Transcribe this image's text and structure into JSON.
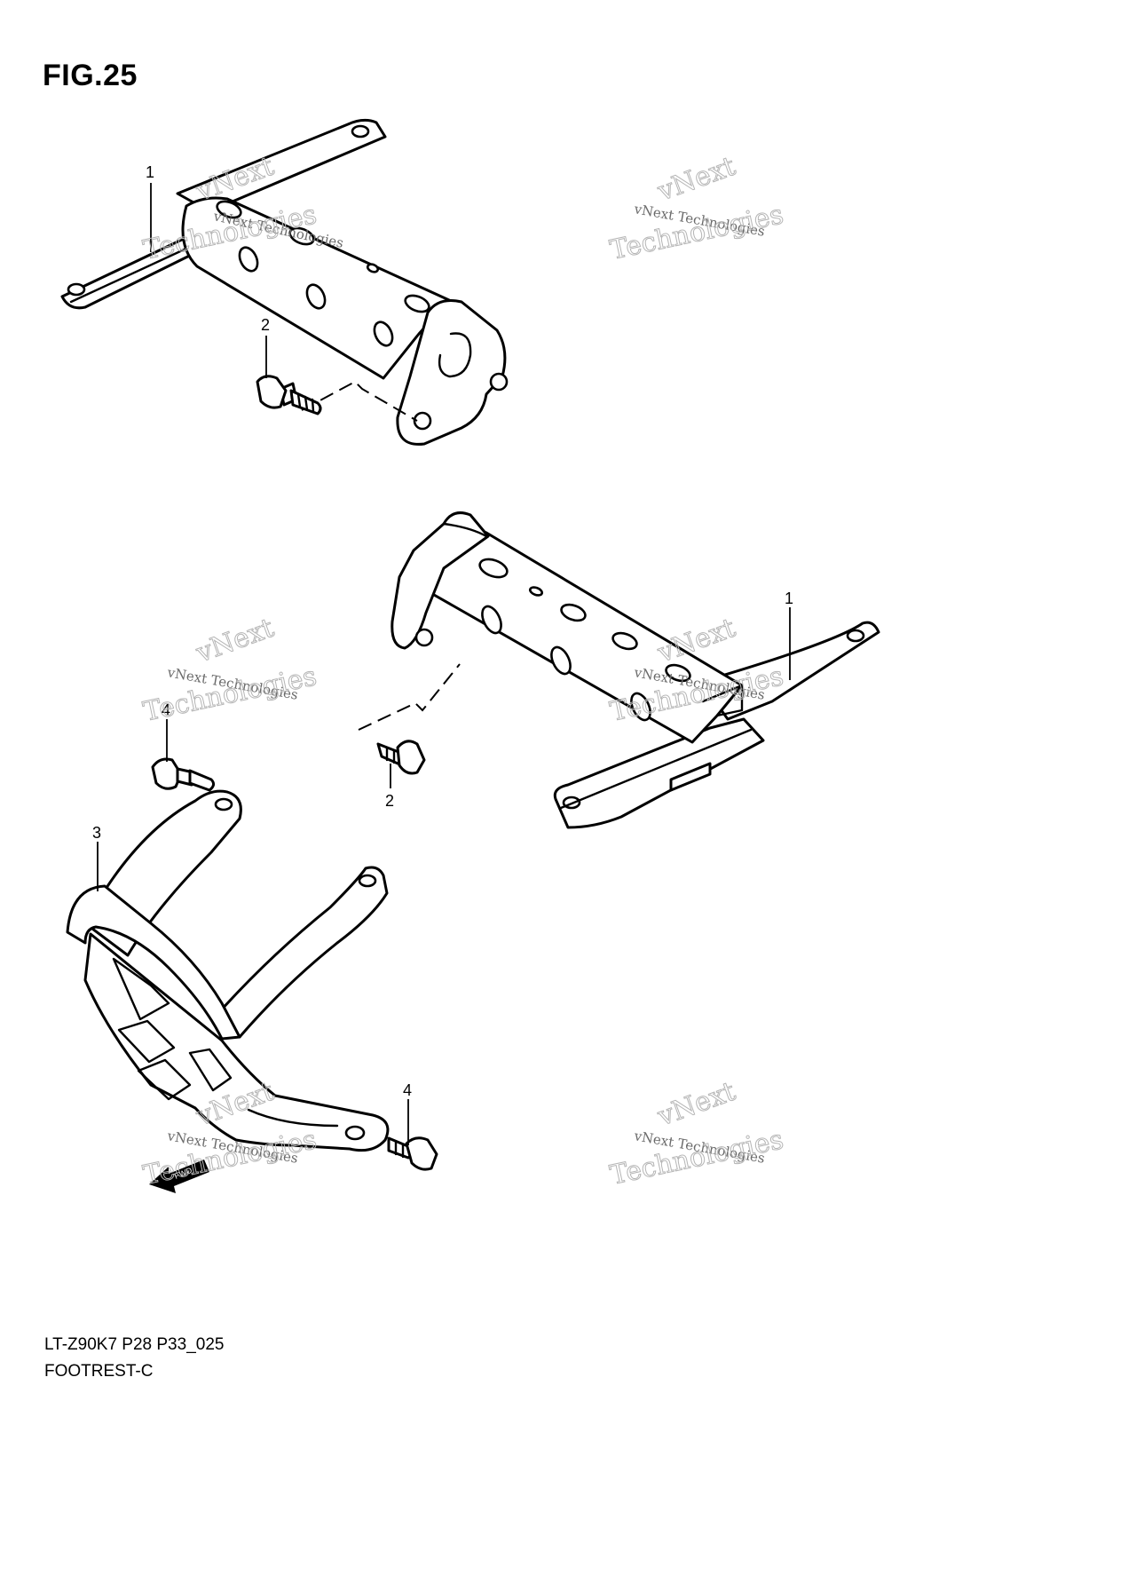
{
  "figure": {
    "title": "FIG.25",
    "code": "LT-Z90K7 P28 P33_025",
    "name": "FOOTREST-C"
  },
  "callouts": {
    "top_bracket": "1",
    "top_bolt": "2",
    "mid_bracket": "1",
    "mid_bolt": "2",
    "bolt_upper": "4",
    "guard": "3",
    "bolt_lower": "4"
  },
  "watermark": {
    "line1": "vNext Technologies",
    "line2": "vNext",
    "line3": "Technologies"
  },
  "fwd_label": "FWD",
  "parts": [
    {
      "ref": "1",
      "kind": "footrest bracket"
    },
    {
      "ref": "2",
      "kind": "bolt"
    },
    {
      "ref": "3",
      "kind": "footrest guard"
    },
    {
      "ref": "4",
      "kind": "bolt"
    }
  ]
}
